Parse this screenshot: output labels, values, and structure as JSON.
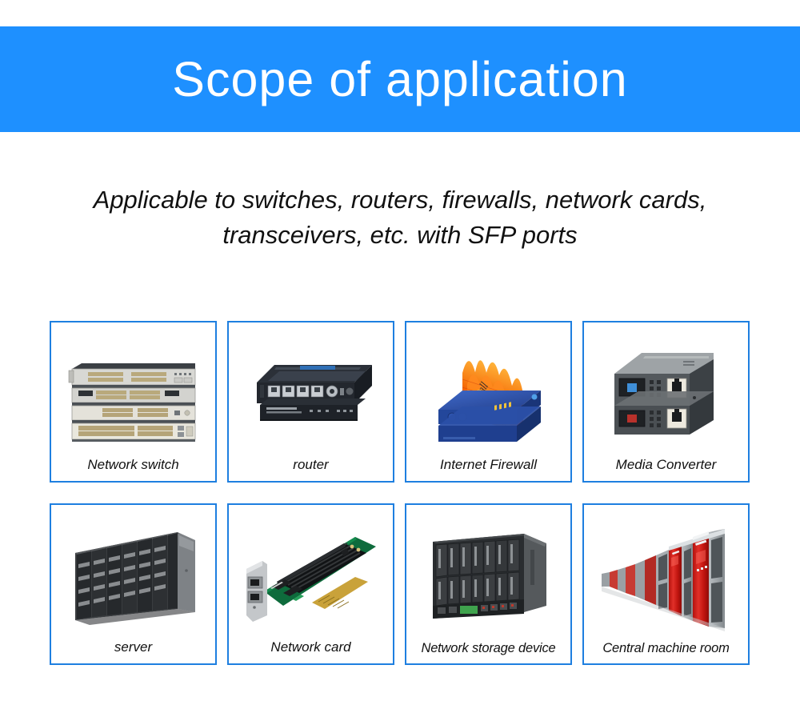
{
  "banner": {
    "title": "Scope of application",
    "background_color": "#1E90FF",
    "text_color": "#FFFFFF"
  },
  "subtitle": {
    "line1": "Applicable to switches, routers, firewalls, network cards,",
    "line2": "transceivers, etc. with SFP ports",
    "full": "Applicable to switches, routers, firewalls, network cards, transceivers, etc. with SFP ports"
  },
  "grid": {
    "border_color": "#1E7FE0",
    "rows": 2,
    "columns": 4,
    "cards": [
      {
        "label": "Network switch",
        "icon": "network-switch-image"
      },
      {
        "label": "router",
        "icon": "router-image"
      },
      {
        "label": "Internet Firewall",
        "icon": "firewall-image"
      },
      {
        "label": "Media Converter",
        "icon": "media-converter-image"
      },
      {
        "label": "server",
        "icon": "server-rack-image"
      },
      {
        "label": "Network card",
        "icon": "network-card-image"
      },
      {
        "label": "Network storage device",
        "icon": "network-storage-image"
      },
      {
        "label": "Central machine room",
        "icon": "machine-room-image"
      }
    ]
  }
}
